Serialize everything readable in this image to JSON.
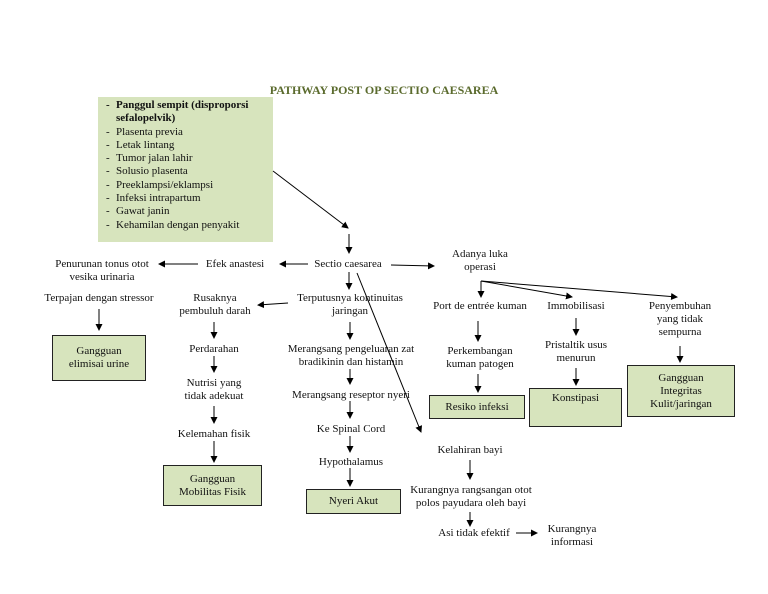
{
  "title": "PATHWAY POST OP SECTIO CAESAREA",
  "colors": {
    "title": "#5b6b2e",
    "box_fill": "#d7e4bd",
    "line": "#000000"
  },
  "causes": [
    "Panggul sempit (disproporsi sefalopelvik)",
    "Plasenta previa",
    "Letak lintang",
    "Tumor jalan lahir",
    "Solusio plasenta",
    "Preeklampsi/eklampsi",
    "Infeksi intrapartum",
    "Gawat janin",
    "Kehamilan dengan penyakit"
  ],
  "nodes": {
    "sectio": "Sectio caesarea",
    "efek_anastesi": "Efek anastesi",
    "penurunan_tonus": "Penurunan tonus otot vesika urinaria",
    "terpajan": "Terpajan dengan stressor",
    "rusaknya": "Rusaknya pembuluh darah",
    "perdarahan": "Perdarahan",
    "nutrisi": "Nutrisi yang tidak adekuat",
    "kelemahan": "Kelemahan fisik",
    "terputusnya": "Terputusnya kontinuitas jaringan",
    "merangsang_pengeluaran": "Merangsang pengeluaran zat bradikinin dan histamin",
    "merangsang_reseptor": "Merangsang reseptor nyeri",
    "spinal": "Ke Spinal Cord",
    "hypothalamus": "Hypothalamus",
    "luka": "Adanya luka operasi",
    "port": "Port de entrée kuman",
    "perkembangan": "Perkembangan kuman patogen",
    "immobilisasi": "Immobilisasi",
    "pristaltik": "Pristaltik usus menurun",
    "penyembuhan": "Penyembuhan yang tidak sempurna",
    "kelahiran": "Kelahiran bayi",
    "kurangnya_rangsangan": "Kurangnya rangsangan otot polos payudara oleh bayi",
    "asi": "Asi tidak efektif",
    "kurangnya_informasi": "Kurangnya informasi"
  },
  "diagnoses": {
    "eliminasi": "Gangguan elimisai urine",
    "mobilitas": "Gangguan Mobilitas Fisik",
    "nyeri": "Nyeri Akut",
    "infeksi": "Resiko infeksi",
    "konstipasi": "Konstipasi",
    "integritas": "Gangguan Integritas Kulit/jaringan"
  }
}
